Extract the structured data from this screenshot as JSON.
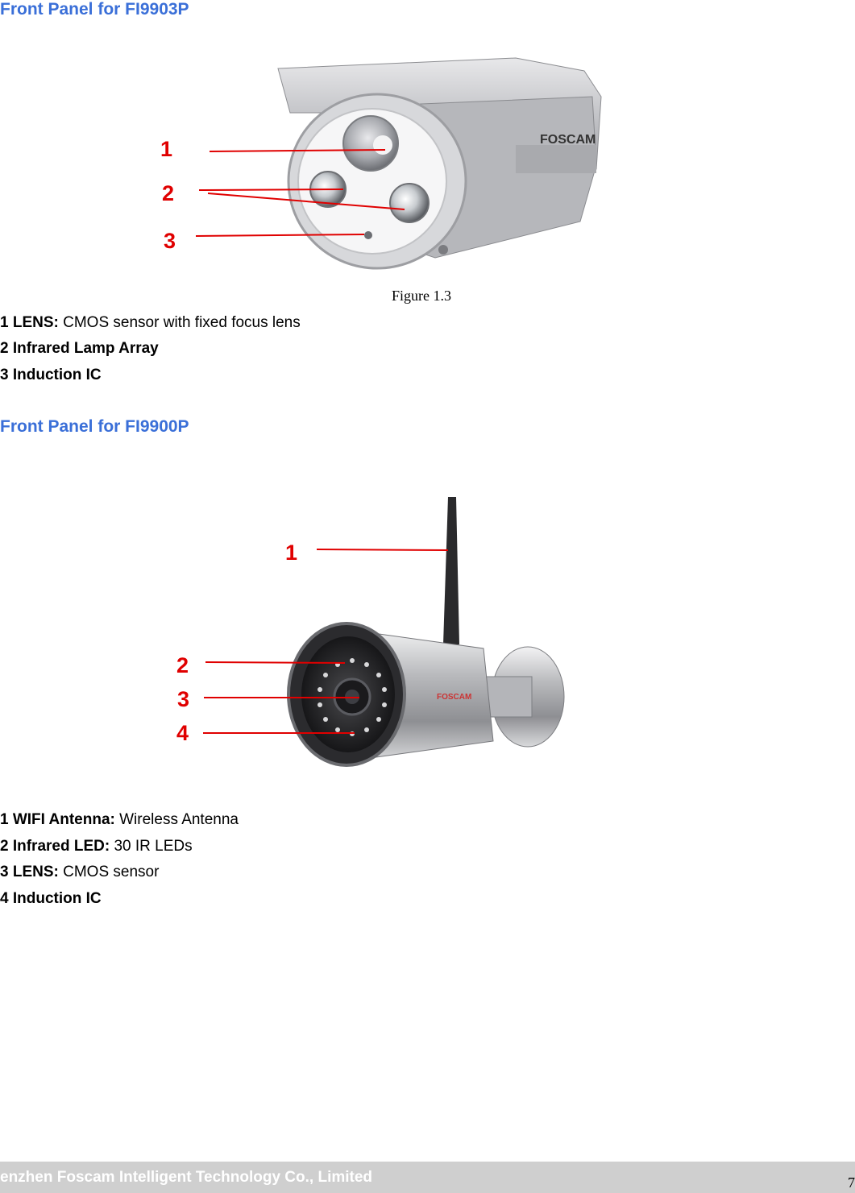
{
  "section1": {
    "heading": "Front Panel for FI9903P",
    "callouts": [
      "1",
      "2",
      "3"
    ],
    "caption": "Figure 1.3",
    "brand": "FOSCAM",
    "items": [
      {
        "label": "1 LENS:",
        "text": " CMOS sensor with fixed focus lens"
      },
      {
        "label": "2 Infrared Lamp Array",
        "text": ""
      },
      {
        "label": "3 Induction IC",
        "text": ""
      }
    ]
  },
  "section2": {
    "heading": "Front Panel for FI9900P",
    "callouts": [
      "1",
      "2",
      "3",
      "4"
    ],
    "brand": "FOSCAM",
    "items": [
      {
        "label": "1 WIFI Antenna:",
        "text": " Wireless Antenna"
      },
      {
        "label": "2 Infrared LED:",
        "text": " 30 IR LEDs"
      },
      {
        "label": "3 LENS:",
        "text": " CMOS sensor"
      },
      {
        "label": "4 Induction IC",
        "text": ""
      }
    ]
  },
  "footer": {
    "company": "enzhen Foscam Intelligent Technology Co., Limited",
    "page": "7"
  },
  "colors": {
    "heading": "#3a6fd8",
    "callout": "#e00000",
    "footer_bg": "#cfcfcf"
  }
}
